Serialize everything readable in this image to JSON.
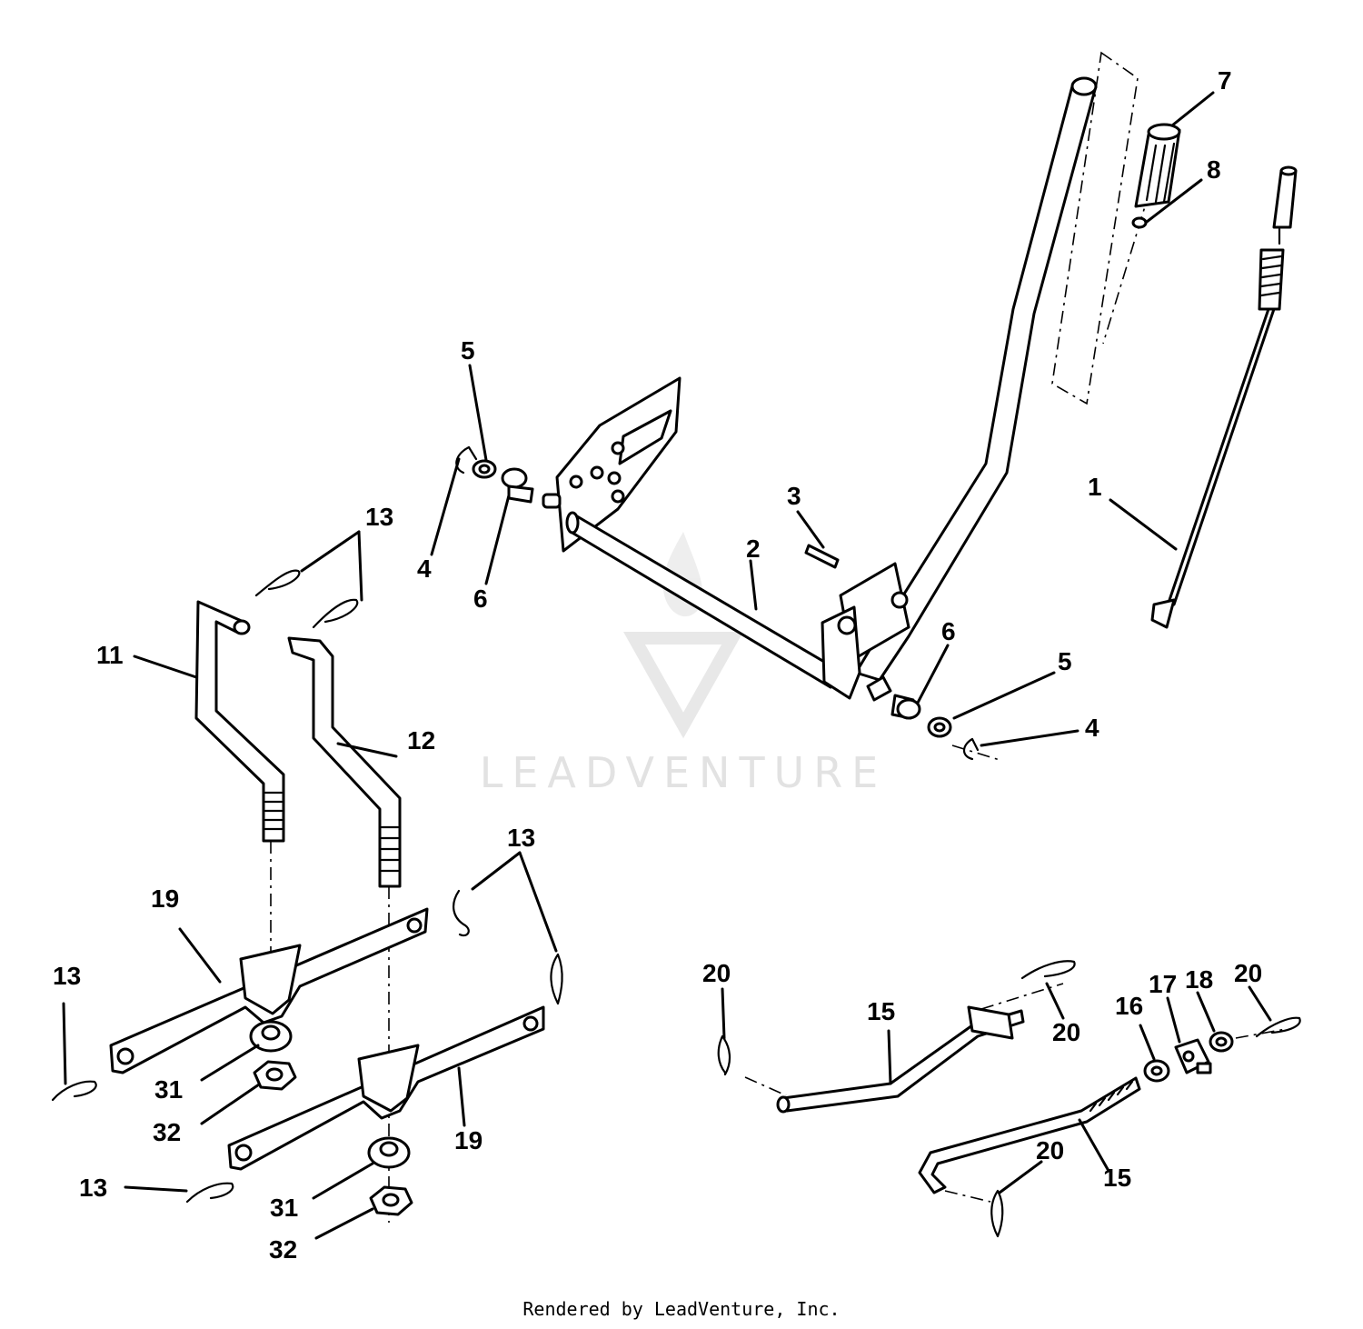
{
  "diagram": {
    "watermark": "LEADVENTURE",
    "credit": "Rendered by LeadVenture, Inc.",
    "callouts": [
      {
        "id": "c1",
        "label": "1"
      },
      {
        "id": "c2",
        "label": "2"
      },
      {
        "id": "c3",
        "label": "3"
      },
      {
        "id": "c4a",
        "label": "4"
      },
      {
        "id": "c4b",
        "label": "4"
      },
      {
        "id": "c5a",
        "label": "5"
      },
      {
        "id": "c5b",
        "label": "5"
      },
      {
        "id": "c6a",
        "label": "6"
      },
      {
        "id": "c6b",
        "label": "6"
      },
      {
        "id": "c7",
        "label": "7"
      },
      {
        "id": "c8",
        "label": "8"
      },
      {
        "id": "c11",
        "label": "11"
      },
      {
        "id": "c12",
        "label": "12"
      },
      {
        "id": "c13a",
        "label": "13"
      },
      {
        "id": "c13b",
        "label": "13"
      },
      {
        "id": "c13c",
        "label": "13"
      },
      {
        "id": "c13d",
        "label": "13"
      },
      {
        "id": "c15a",
        "label": "15"
      },
      {
        "id": "c15b",
        "label": "15"
      },
      {
        "id": "c16",
        "label": "16"
      },
      {
        "id": "c17",
        "label": "17"
      },
      {
        "id": "c18",
        "label": "18"
      },
      {
        "id": "c19a",
        "label": "19"
      },
      {
        "id": "c19b",
        "label": "19"
      },
      {
        "id": "c20a",
        "label": "20"
      },
      {
        "id": "c20b",
        "label": "20"
      },
      {
        "id": "c20c",
        "label": "20"
      },
      {
        "id": "c20d",
        "label": "20"
      },
      {
        "id": "c31a",
        "label": "31"
      },
      {
        "id": "c31b",
        "label": "31"
      },
      {
        "id": "c32a",
        "label": "32"
      },
      {
        "id": "c32b",
        "label": "32"
      }
    ]
  }
}
